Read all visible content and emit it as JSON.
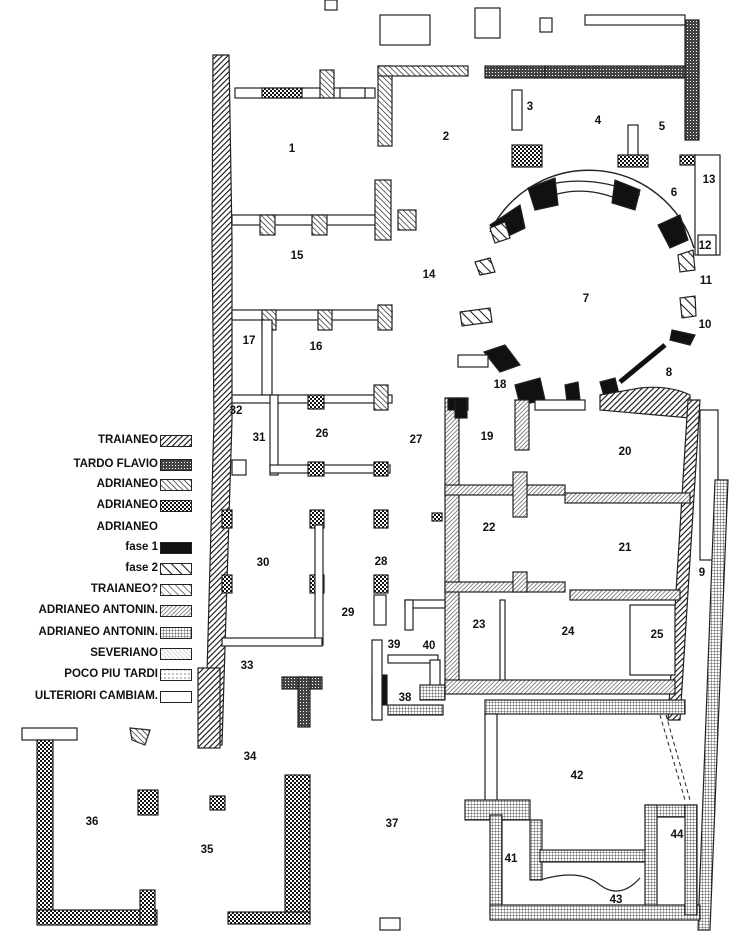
{
  "rooms": [
    {
      "id": "r1",
      "label": "1"
    },
    {
      "id": "r2",
      "label": "2"
    },
    {
      "id": "r3",
      "label": "3"
    },
    {
      "id": "r4",
      "label": "4"
    },
    {
      "id": "r5",
      "label": "5"
    },
    {
      "id": "r6",
      "label": "6"
    },
    {
      "id": "r7",
      "label": "7"
    },
    {
      "id": "r8",
      "label": "8"
    },
    {
      "id": "r9",
      "label": "9"
    },
    {
      "id": "r10",
      "label": "10"
    },
    {
      "id": "r11",
      "label": "11"
    },
    {
      "id": "r12",
      "label": "12"
    },
    {
      "id": "r13",
      "label": "13"
    },
    {
      "id": "r14",
      "label": "14"
    },
    {
      "id": "r15",
      "label": "15"
    },
    {
      "id": "r16",
      "label": "16"
    },
    {
      "id": "r17",
      "label": "17"
    },
    {
      "id": "r18",
      "label": "18"
    },
    {
      "id": "r19",
      "label": "19"
    },
    {
      "id": "r20",
      "label": "20"
    },
    {
      "id": "r21",
      "label": "21"
    },
    {
      "id": "r22",
      "label": "22"
    },
    {
      "id": "r23",
      "label": "23"
    },
    {
      "id": "r24",
      "label": "24"
    },
    {
      "id": "r25",
      "label": "25"
    },
    {
      "id": "r26",
      "label": "26"
    },
    {
      "id": "r27",
      "label": "27"
    },
    {
      "id": "r28",
      "label": "28"
    },
    {
      "id": "r29",
      "label": "29"
    },
    {
      "id": "r30",
      "label": "30"
    },
    {
      "id": "r31",
      "label": "31"
    },
    {
      "id": "r32",
      "label": "32"
    },
    {
      "id": "r33",
      "label": "33"
    },
    {
      "id": "r34",
      "label": "34"
    },
    {
      "id": "r35",
      "label": "35"
    },
    {
      "id": "r36",
      "label": "36"
    },
    {
      "id": "r37",
      "label": "37"
    },
    {
      "id": "r38",
      "label": "38"
    },
    {
      "id": "r39",
      "label": "39"
    },
    {
      "id": "r40",
      "label": "40"
    },
    {
      "id": "r41",
      "label": "41"
    },
    {
      "id": "r42",
      "label": "42"
    },
    {
      "id": "r43",
      "label": "43"
    },
    {
      "id": "r44",
      "label": "44"
    }
  ],
  "legend": [
    {
      "label": "TRAIANEO",
      "pattern": "hatch-dense"
    },
    {
      "label": "TARDO FLAVIO",
      "pattern": "cross-dark"
    },
    {
      "label": "ADRIANEO",
      "pattern": "hatch-medium"
    },
    {
      "label": "ADRIANEO",
      "pattern": "checker-dark"
    },
    {
      "label": "ADRIANEO",
      "pattern": "none"
    },
    {
      "label": "fase 1",
      "pattern": "solid-black"
    },
    {
      "label": "fase 2",
      "pattern": "diag-wide"
    },
    {
      "label": "TRAIANEO?",
      "pattern": "hatch-light"
    },
    {
      "label": "ADRIANEO ANTONIN.",
      "pattern": "hatch-grey"
    },
    {
      "label": "ADRIANEO ANTONIN.",
      "pattern": "grid"
    },
    {
      "label": "SEVERIANO",
      "pattern": "diag-fine"
    },
    {
      "label": "POCO PIU TARDI",
      "pattern": "dots-grid"
    },
    {
      "label": "ULTERIORI CAMBIAM.",
      "pattern": "blank"
    }
  ],
  "colors": {
    "ink": "#111111",
    "wall": "#222222",
    "paper": "#ffffff"
  }
}
